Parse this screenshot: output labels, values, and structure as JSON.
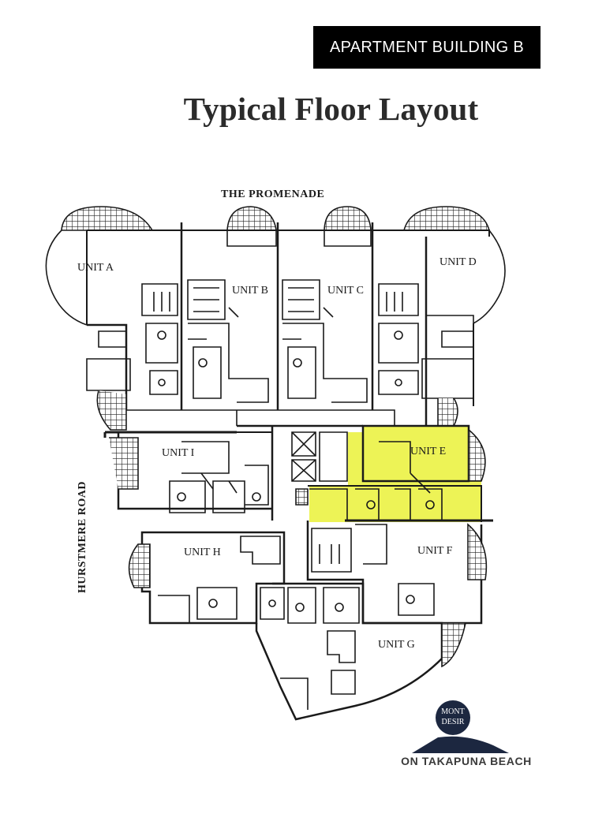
{
  "header": {
    "tag": "APARTMENT BUILDING B",
    "title": "Typical Floor Layout"
  },
  "plan": {
    "street_top": "THE PROMENADE",
    "street_left": "HURSTMERE ROAD",
    "units": {
      "a": "UNIT A",
      "b": "UNIT B",
      "c": "UNIT C",
      "d": "UNIT D",
      "e": "UNIT E",
      "f": "UNIT F",
      "g": "UNIT G",
      "h": "UNIT H",
      "i": "UNIT I"
    },
    "highlighted_unit": "UNIT E",
    "highlight_color": "#ecf24d"
  },
  "brand": {
    "logo_text": "MONT DESIR",
    "tagline": "ON TAKAPUNA BEACH"
  }
}
